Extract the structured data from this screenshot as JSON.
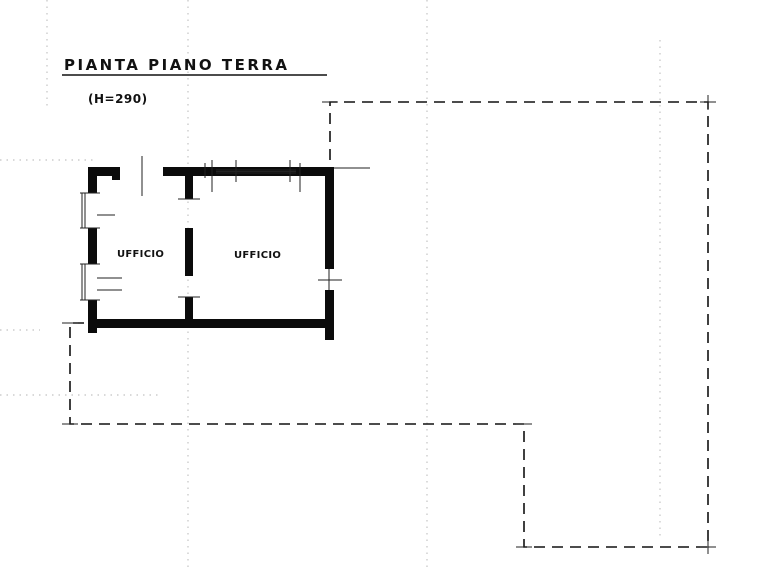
{
  "drawing": {
    "title": "PIANTA PIANO TERRA",
    "height_note": "(H=290)"
  },
  "rooms": [
    {
      "label": "UFFICIO"
    },
    {
      "label": "UFFICIO"
    }
  ]
}
